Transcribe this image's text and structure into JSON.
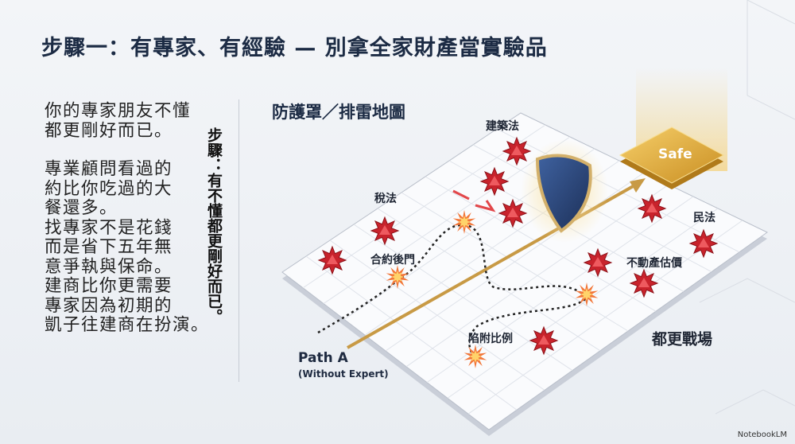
{
  "title": "步驟一：有專家、有經驗 — 別拿全家財產當實驗品",
  "body": {
    "para1": [
      "你的專家朋友不懂",
      "都更剛好而已。"
    ],
    "para2": [
      "專業顧問看過的",
      "約比你吃過的大",
      "餐還多。",
      "找專家不是花錢",
      "而是省下五年無",
      "意爭執與保命。",
      "建商比你更需要",
      "專家因為初期的",
      "凱子往建商在扮演。"
    ]
  },
  "vertical_note": "步驟：有不懂都更剛好而已。",
  "map": {
    "title": "防護罩／排雷地圖",
    "labels": {
      "building_law": "建築法",
      "tax_law": "稅法",
      "contract_backdoor": "合約後門",
      "civil_law": "民法",
      "appraisal": "不動產估價",
      "trap_ratio": "陷附比例",
      "battlefield": "都更戰場"
    },
    "path_a": "Path A",
    "path_a_sub": "(Without Expert)",
    "safe": "Safe"
  },
  "brand": "NotebookLM",
  "colors": {
    "title": "#1c2b44",
    "mine": "#c8232c",
    "gold": "#d9a43a",
    "shield": "#2c4a7c"
  }
}
